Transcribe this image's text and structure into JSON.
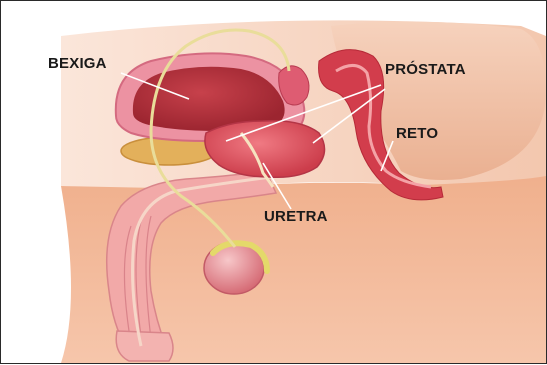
{
  "labels": {
    "bladder": "BEXIGA",
    "prostate": "PRÓSTATA",
    "rectum": "RETO",
    "urethra": "URETRA"
  },
  "colors": {
    "skin_light": "#f8d9c6",
    "skin_mid": "#efb392",
    "skin_dark": "#e08f6c",
    "bladder_wall": "#e8879a",
    "bladder_inner": "#b5303c",
    "prostate": "#e35a6a",
    "rectum": "#d8424f",
    "pubic_bone": "#e2b15c",
    "urethra_tube": "#efe3a8",
    "label_text": "#1a1a1a",
    "leader_line": "#ffffff"
  }
}
